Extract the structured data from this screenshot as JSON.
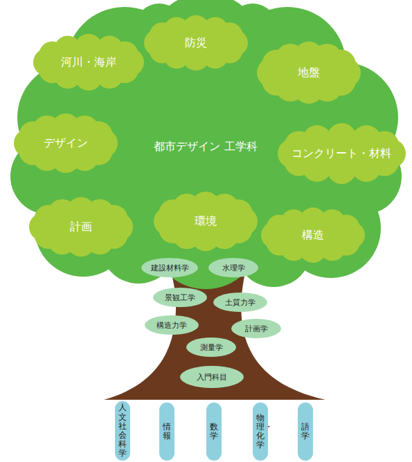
{
  "diagram": {
    "nodes": [
      {
        "text": [
          "都市デザイン 工学科"
        ]
      },
      {
        "text": [
          "河川・海岸"
        ],
        "in": 0
      },
      {
        "text": [
          "防災"
        ],
        "in": 0
      },
      {
        "text": [
          "地盤"
        ],
        "in": 0
      },
      {
        "text": [
          "デザイン"
        ],
        "in": 0
      },
      {
        "text": [
          "コンクリート・材料"
        ],
        "in": 0
      },
      {
        "text": [
          "計画"
        ],
        "in": 0
      },
      {
        "text": [
          "環境"
        ],
        "in": 0
      },
      {
        "text": [
          "構造"
        ],
        "in": 0
      },
      {
        "text": [
          "建設材料学"
        ]
      },
      {
        "text": [
          "水理学"
        ]
      },
      {
        "text": [
          "景観工学"
        ]
      },
      {
        "text": [
          "土質力学"
        ]
      },
      {
        "text": [
          "構造力学"
        ]
      },
      {
        "text": [
          "計画学"
        ]
      },
      {
        "text": [
          "測量学"
        ]
      },
      {
        "text": [
          "入門科目"
        ]
      },
      {
        "text": [
          "人文社会科学"
        ]
      },
      {
        "text": [
          "情報"
        ]
      },
      {
        "text": [
          "数学"
        ]
      },
      {
        "text": [
          "物理・化学"
        ]
      },
      {
        "text": [
          "語学"
        ]
      }
    ]
  }
}
